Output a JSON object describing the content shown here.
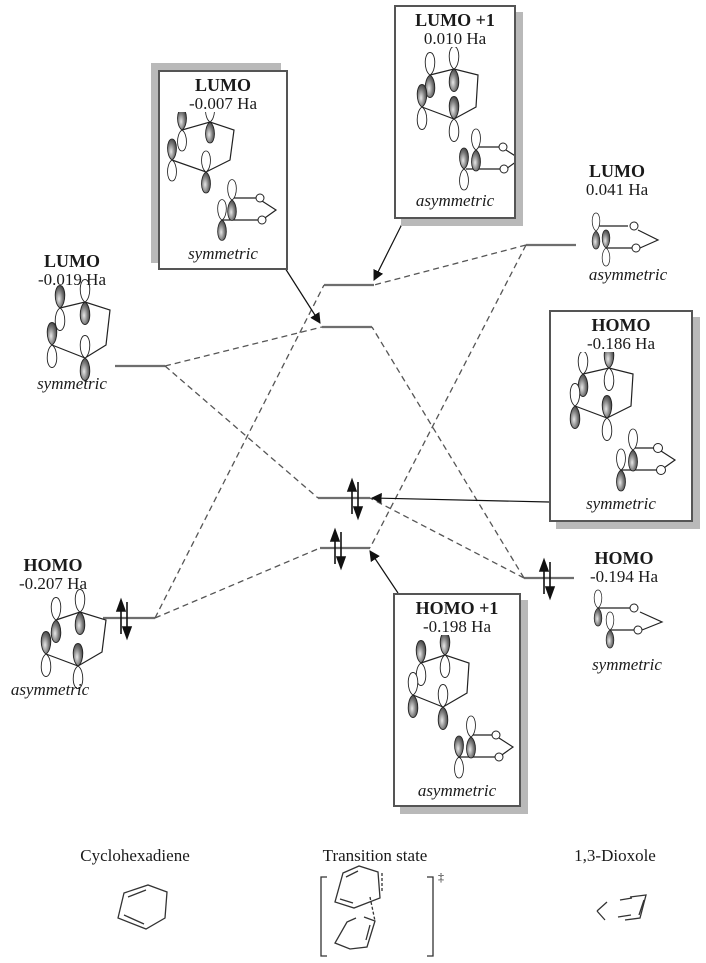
{
  "title": "Frontier molecular orbital interaction diagram: cyclohexadiene + 1,3-dioxole",
  "left_orbitals": {
    "lumo": {
      "title": "LUMO",
      "energy": "-0.019 Ha",
      "symmetry": "symmetric"
    },
    "homo": {
      "title": "HOMO",
      "energy": "-0.207 Ha",
      "symmetry": "asymmetric"
    }
  },
  "right_orbitals": {
    "lumo": {
      "title": "LUMO",
      "energy": "0.041 Ha",
      "symmetry": "asymmetric"
    },
    "homo": {
      "title": "HOMO",
      "energy": "-0.194 Ha",
      "symmetry": "symmetric"
    }
  },
  "transition_state_orbitals": {
    "lumo_plus_1": {
      "title": "LUMO +1",
      "energy": "0.010 Ha",
      "symmetry": "asymmetric"
    },
    "lumo": {
      "title": "LUMO",
      "energy": "-0.007 Ha",
      "symmetry": "symmetric"
    },
    "homo": {
      "title": "HOMO",
      "energy": "-0.186 Ha",
      "symmetry": "symmetric"
    },
    "homo_plus_1": {
      "title": "HOMO +1",
      "energy": "-0.198 Ha",
      "symmetry": "asymmetric"
    }
  },
  "electron_pairs": [
    "left-homo",
    "ts-homo",
    "ts-homo-plus-1",
    "right-homo"
  ],
  "captions": {
    "left": "Cyclohexadiene",
    "center": "Transition state",
    "right": "1,3-Dioxole",
    "ts_symbol": "‡"
  },
  "colors": {
    "level_line": "#6e6e6e",
    "dashed": "#555555",
    "box_border": "#555555",
    "box_shadow": "#b9b9b9",
    "lobe_fill": "#6a6a6a"
  }
}
